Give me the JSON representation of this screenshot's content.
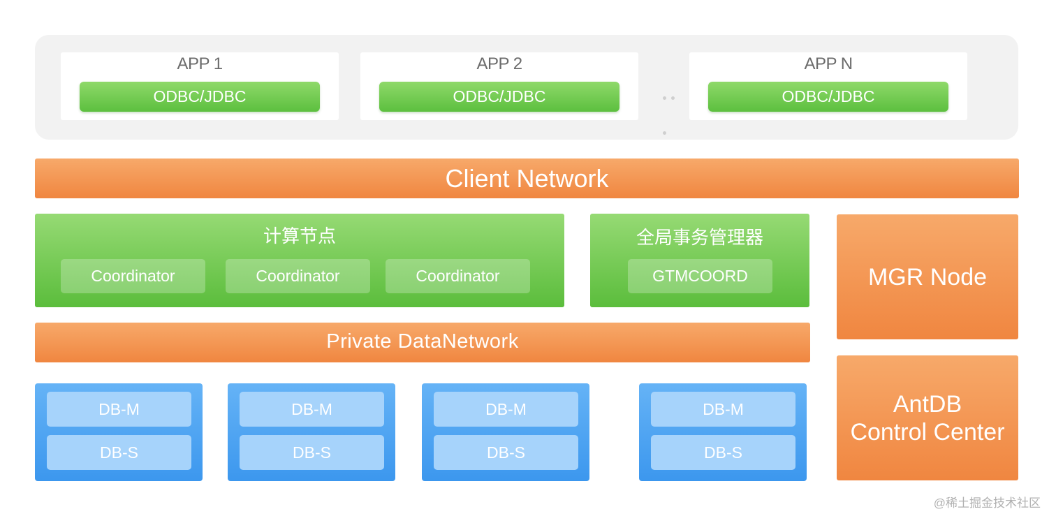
{
  "apps": [
    {
      "title": "APP 1",
      "driver": "ODBC/JDBC"
    },
    {
      "title": "APP 2",
      "driver": "ODBC/JDBC"
    },
    {
      "title": "APP N",
      "driver": "ODBC/JDBC"
    }
  ],
  "client_network": "Client Network",
  "compute": {
    "title": "计算节点",
    "nodes": [
      "Coordinator",
      "Coordinator",
      "Coordinator"
    ]
  },
  "gtm": {
    "title": "全局事务管理器",
    "node": "GTMCOORD"
  },
  "private_network": "Private DataNetwork",
  "mgr_node": "MGR Node",
  "control_center": {
    "line1": "AntDB",
    "line2": "Control Center"
  },
  "db_groups": [
    {
      "master": "DB-M",
      "slave": "DB-S"
    },
    {
      "master": "DB-M",
      "slave": "DB-S"
    },
    {
      "master": "DB-M",
      "slave": "DB-S"
    },
    {
      "master": "DB-M",
      "slave": "DB-S"
    }
  ],
  "watermark": "@稀土掘金技术社区",
  "colors": {
    "green": "#5cbf3f",
    "orange": "#f08640",
    "blue": "#3c97ee",
    "panel_gray": "#f2f2f2"
  }
}
